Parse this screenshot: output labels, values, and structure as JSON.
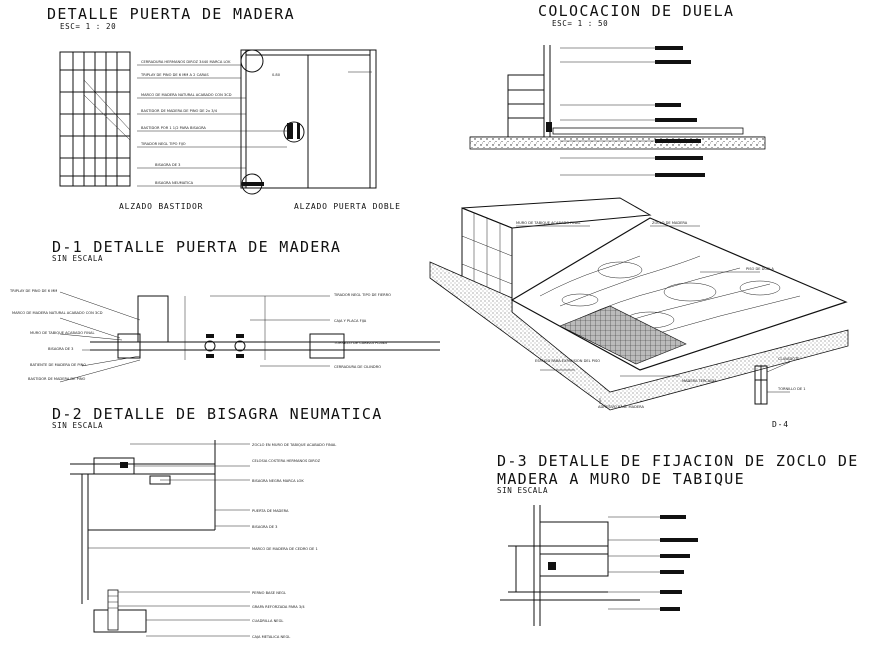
{
  "titles": {
    "detalle_puerta": "DETALLE PUERTA DE MADERA",
    "detalle_puerta_scale": "ESC= 1 : 20",
    "colocacion": "COLOCACION DE DUELA",
    "colocacion_scale": "ESC= 1 : 50",
    "alzado_bastidor": "ALZADO BASTIDOR",
    "alzado_puerta": "ALZADO PUERTA DOBLE",
    "d1": "D-1  DETALLE PUERTA DE MADERA",
    "d1_scale": "SIN ESCALA",
    "d2": "D-2  DETALLE DE BISAGRA NEUMATICA",
    "d2_scale": "SIN ESCALA",
    "d3_line1": "D-3  DETALLE DE FIJACION DE ZOCLO DE",
    "d3_line2": "MADERA A MURO DE TABIQUE",
    "d3_scale": "SIN ESCALA",
    "d4": "D-4"
  },
  "notes": {
    "puerta": [
      "CERRADURA HERMANOS DIROZ 3440 MARCA LOK",
      "TRIPLAY DE PINO DE 6 MM A 2 CARAS",
      "MARCO DE MADERA NATURAL ACABADO CON 3CD",
      "BASTIDOR DE MADERA DE PINO DE 2x 3/4",
      "BASTIDOR POR 1 1/2 PARA BISAGRA",
      "TIRADOR NEGL TIPO FIJO",
      "BISAGRA DE 3",
      "BISAGRA NEUMATICA"
    ],
    "d1_left": [
      "TRIPLAY DE PINO DE 6 MM",
      "MARCO DE MADERA NATURAL ACABADO CON 3CD",
      "MURO DE TABIQUE ACABADO FINAL",
      "BISAGRA DE 3",
      "BATIENTE DE MADERA DE PINO",
      "BASTIDOR DE MADERA DE PINO"
    ],
    "d1_right": [
      "TIRADOR NEGL TIPO DE FIERRO",
      "CAJA Y PLACA FIJA",
      "TORNILLO DE CABEZA PLANA",
      "CERRADURA DE CILINDRO"
    ],
    "duela": [
      "MURO DE TABIQUE ACABADO FINAL",
      "ZOCLO DE MADERA",
      "PISO DE DUELA",
      "ESPACIO PARA EXPANSION DEL PISO",
      "MADERA TERCIADA",
      "ADHESIVO BASE MADERA"
    ],
    "d2": [
      "ZOCLO EN MURO DE TABIQUE ACABADO FINAL",
      "CELOSIA COSTERA HERMANOS DIROZ",
      "BISAGRA NEGRA MARCA LOK",
      "PUERTA DE MADERA",
      "BISAGRA DE 3",
      "MARCO DE MADERA DE CEDRO DE 1",
      "PERNO BASE NEGL",
      "GRAPA REFORZADA PARA 3/4",
      "CUADRILLA NEGL",
      "CAJA METALICA NEGL"
    ],
    "d4": [
      "CLAVADOTE",
      "TORNILLO DE 1"
    ]
  },
  "colors": {
    "line": "#111111",
    "background": "#ffffff"
  }
}
